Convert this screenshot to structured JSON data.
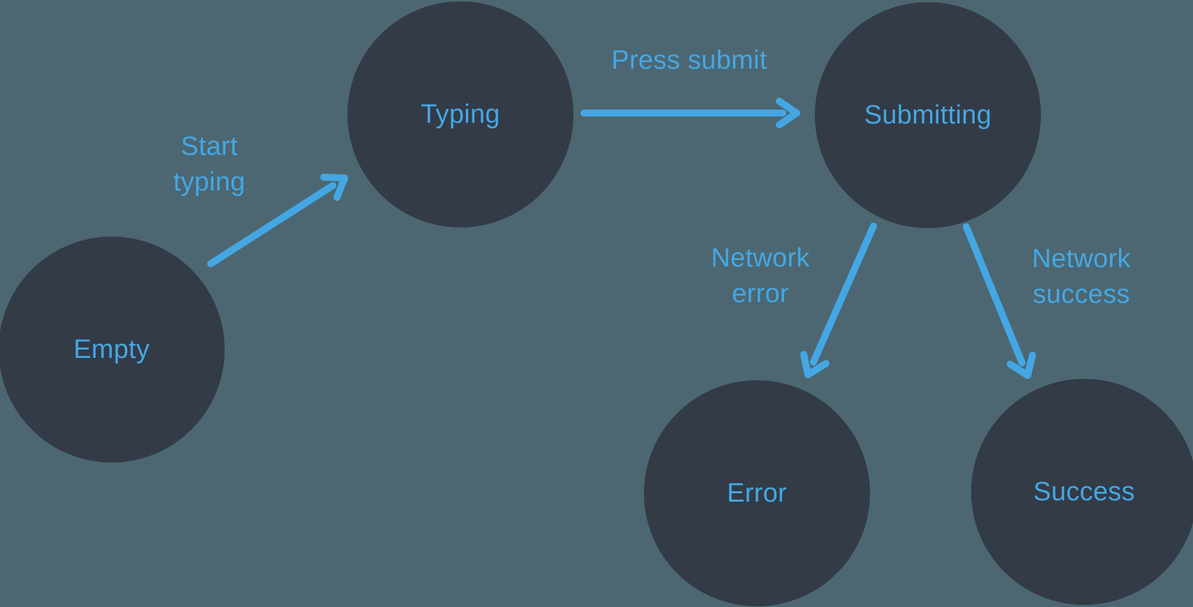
{
  "colors": {
    "background": "#4C6771",
    "node_fill": "#333B47",
    "accent": "#44A7E4"
  },
  "diagram": {
    "type": "state-machine",
    "states": [
      {
        "name": "Empty"
      },
      {
        "name": "Typing"
      },
      {
        "name": "Submitting"
      },
      {
        "name": "Error"
      },
      {
        "name": "Success"
      }
    ],
    "transitions": [
      {
        "from": "Empty",
        "to": "Typing",
        "label_lines": [
          "Start",
          "typing"
        ]
      },
      {
        "from": "Typing",
        "to": "Submitting",
        "label_lines": [
          "Press submit"
        ]
      },
      {
        "from": "Submitting",
        "to": "Error",
        "label_lines": [
          "Network",
          "error"
        ]
      },
      {
        "from": "Submitting",
        "to": "Success",
        "label_lines": [
          "Network",
          "success"
        ]
      }
    ]
  }
}
